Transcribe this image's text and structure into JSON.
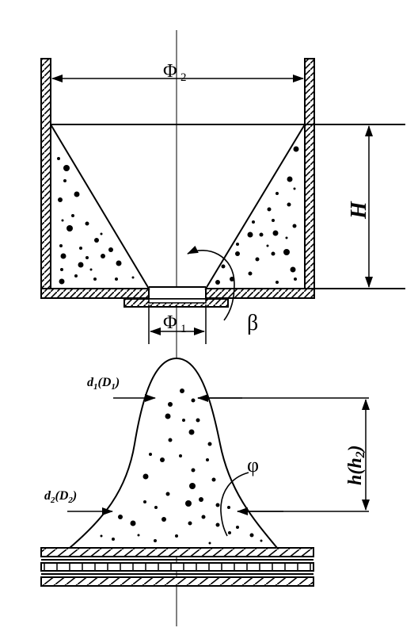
{
  "diagram": {
    "labels": {
      "phi2_main": "Φ",
      "phi2_sub": "2",
      "phi1_main": "Φ",
      "phi1_sub": "1",
      "height": "H",
      "beta": "β",
      "d1": "d",
      "d1_sub": "1",
      "d1_paren": "(D",
      "d1_paren_sub": "1",
      "d1_close": ")",
      "d2": "d",
      "d2_sub": "2",
      "d2_paren": "(D",
      "d2_paren_sub": "2",
      "d2_close": ")",
      "h_label": "h(h",
      "h_sub": "2",
      "h_close": ")",
      "phi_angle": "φ"
    },
    "colors": {
      "stroke": "#000000",
      "background": "#ffffff"
    }
  }
}
